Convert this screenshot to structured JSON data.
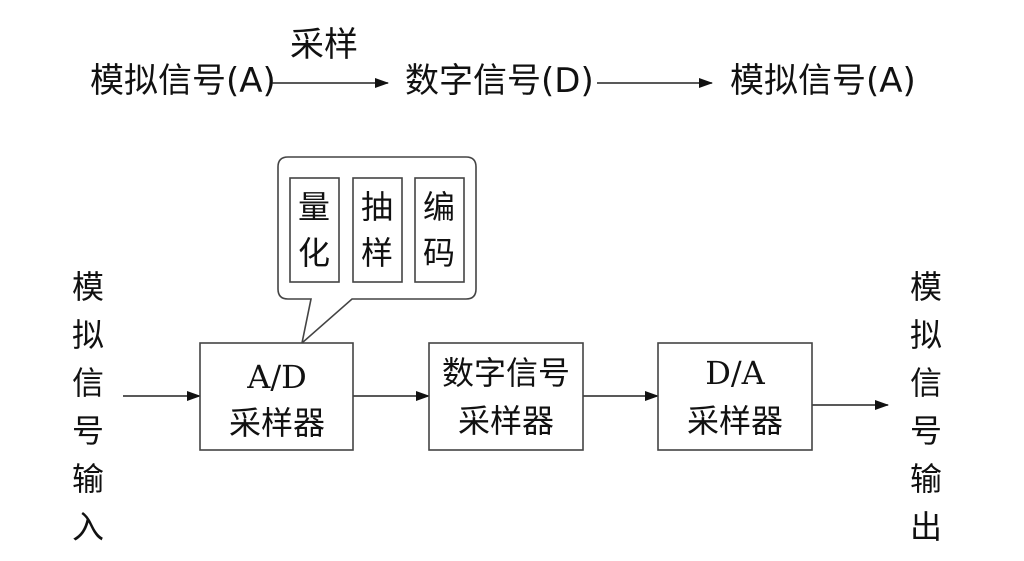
{
  "top_flow": {
    "left_label": "模拟信号(A)",
    "arrow1_label": "采样",
    "middle_label": "数字信号(D)",
    "right_label": "模拟信号(A)"
  },
  "callout": {
    "steps": [
      {
        "line1": "量",
        "line2": "化"
      },
      {
        "line1": "抽",
        "line2": "样"
      },
      {
        "line1": "编",
        "line2": "码"
      }
    ]
  },
  "input_label_chars": [
    "模",
    "拟",
    "信",
    "号",
    "输",
    "入"
  ],
  "output_label_chars": [
    "模",
    "拟",
    "信",
    "号",
    "输",
    "出"
  ],
  "blocks": [
    {
      "line1": "A/D",
      "line2": "采样器"
    },
    {
      "line1": "数字信号",
      "line2": "采样器"
    },
    {
      "line1": "D/A",
      "line2": "采样器"
    }
  ]
}
